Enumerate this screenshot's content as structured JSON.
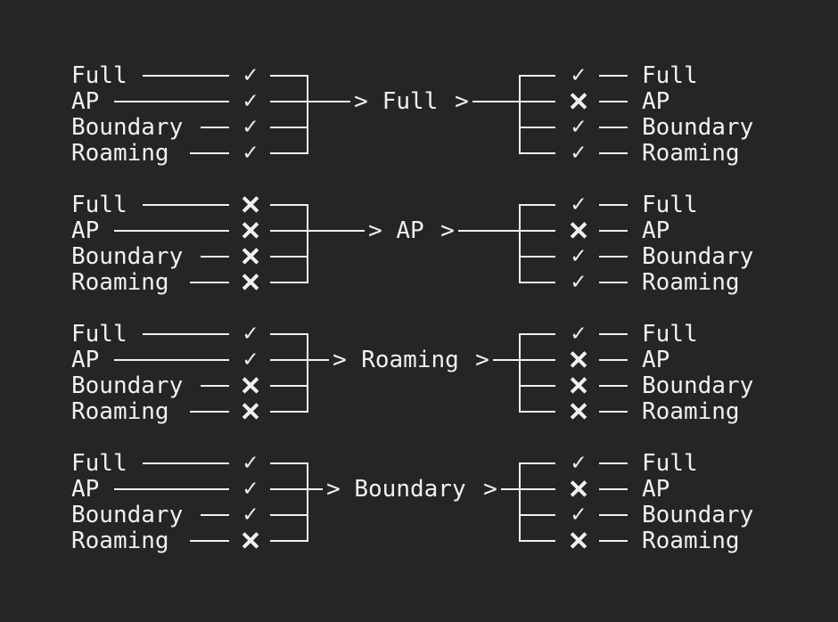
{
  "diagram": {
    "background_color": "#262525",
    "foreground_color": "#f1f0ef",
    "modes": [
      "Full",
      "AP",
      "Boundary",
      "Roaming"
    ],
    "glyphs": {
      "pass": "✓",
      "fail": "✕",
      "arrow": ">"
    }
  },
  "groups": [
    {
      "label": "Full",
      "arrow_in": ">",
      "arrow_out": ">",
      "left": {
        "rows": [
          {
            "label": "Full",
            "mark": "✓",
            "state": "pass"
          },
          {
            "label": "AP",
            "mark": "✓",
            "state": "pass"
          },
          {
            "label": "Boundary",
            "mark": "✓",
            "state": "pass"
          },
          {
            "label": "Roaming",
            "mark": "✓",
            "state": "pass"
          }
        ]
      },
      "right": {
        "rows": [
          {
            "label": "Full",
            "mark": "✓",
            "state": "pass"
          },
          {
            "label": "AP",
            "mark": "✕",
            "state": "fail"
          },
          {
            "label": "Boundary",
            "mark": "✓",
            "state": "pass"
          },
          {
            "label": "Roaming",
            "mark": "✓",
            "state": "pass"
          }
        ]
      }
    },
    {
      "label": "AP",
      "arrow_in": ">",
      "arrow_out": ">",
      "left": {
        "rows": [
          {
            "label": "Full",
            "mark": "✕",
            "state": "fail"
          },
          {
            "label": "AP",
            "mark": "✕",
            "state": "fail"
          },
          {
            "label": "Boundary",
            "mark": "✕",
            "state": "fail"
          },
          {
            "label": "Roaming",
            "mark": "✕",
            "state": "fail"
          }
        ]
      },
      "right": {
        "rows": [
          {
            "label": "Full",
            "mark": "✓",
            "state": "pass"
          },
          {
            "label": "AP",
            "mark": "✕",
            "state": "fail"
          },
          {
            "label": "Boundary",
            "mark": "✓",
            "state": "pass"
          },
          {
            "label": "Roaming",
            "mark": "✓",
            "state": "pass"
          }
        ]
      }
    },
    {
      "label": "Roaming",
      "arrow_in": ">",
      "arrow_out": ">",
      "left": {
        "rows": [
          {
            "label": "Full",
            "mark": "✓",
            "state": "pass"
          },
          {
            "label": "AP",
            "mark": "✓",
            "state": "pass"
          },
          {
            "label": "Boundary",
            "mark": "✕",
            "state": "fail"
          },
          {
            "label": "Roaming",
            "mark": "✕",
            "state": "fail"
          }
        ]
      },
      "right": {
        "rows": [
          {
            "label": "Full",
            "mark": "✓",
            "state": "pass"
          },
          {
            "label": "AP",
            "mark": "✕",
            "state": "fail"
          },
          {
            "label": "Boundary",
            "mark": "✕",
            "state": "fail"
          },
          {
            "label": "Roaming",
            "mark": "✕",
            "state": "fail"
          }
        ]
      }
    },
    {
      "label": "Boundary",
      "arrow_in": ">",
      "arrow_out": ">",
      "left": {
        "rows": [
          {
            "label": "Full",
            "mark": "✓",
            "state": "pass"
          },
          {
            "label": "AP",
            "mark": "✓",
            "state": "pass"
          },
          {
            "label": "Boundary",
            "mark": "✓",
            "state": "pass"
          },
          {
            "label": "Roaming",
            "mark": "✕",
            "state": "fail"
          }
        ]
      },
      "right": {
        "rows": [
          {
            "label": "Full",
            "mark": "✓",
            "state": "pass"
          },
          {
            "label": "AP",
            "mark": "✕",
            "state": "fail"
          },
          {
            "label": "Boundary",
            "mark": "✓",
            "state": "pass"
          },
          {
            "label": "Roaming",
            "mark": "✕",
            "state": "fail"
          }
        ]
      }
    }
  ]
}
